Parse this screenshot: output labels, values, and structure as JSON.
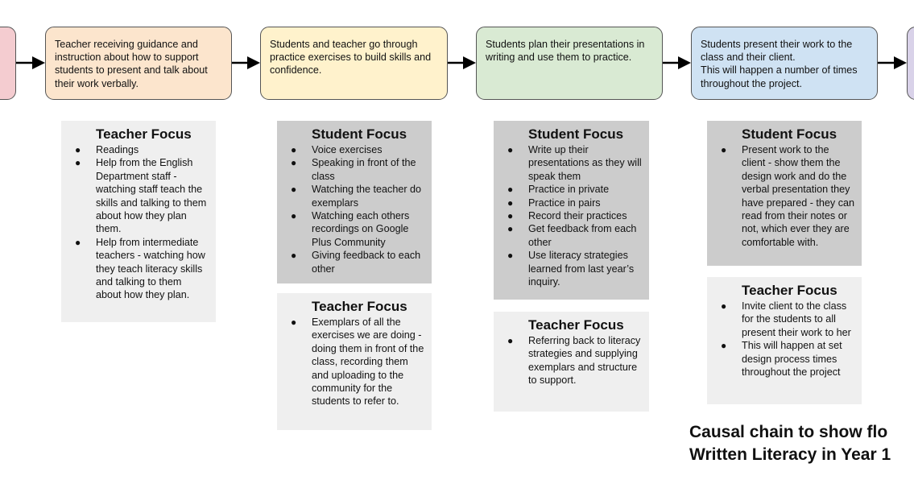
{
  "steps": [
    {
      "text": "",
      "color": "#f4ccd0"
    },
    {
      "text": "Teacher receiving guidance and instruction about how to support students to present and talk about their work verbally.",
      "color": "#fce5cd"
    },
    {
      "text": "Students and teacher go through practice exercises to build skills and confidence.",
      "color": "#fff2cc"
    },
    {
      "text": "Students plan their presentations in writing and use them to practice.",
      "color": "#d9ead3"
    },
    {
      "text": "Students present their work to the class and their client.\nThis will happen a number of times throughout the project.",
      "color": "#cfe2f3"
    },
    {
      "text": "",
      "color": "#d9d2e9"
    }
  ],
  "panels": {
    "col1_teacher": {
      "title": "Teacher Focus",
      "items": [
        "Readings",
        "Help from the English Department staff - watching staff teach the skills and talking to them about how they plan them.",
        "Help from intermediate teachers - watching how they teach literacy skills and talking to them about how they plan."
      ]
    },
    "col2_student": {
      "title": "Student Focus",
      "items": [
        "Voice exercises",
        "Speaking in front of the class",
        "Watching the teacher do exemplars",
        "Watching each others recordings on Google Plus Community",
        "Giving feedback to each other"
      ]
    },
    "col2_teacher": {
      "title": "Teacher Focus",
      "items": [
        "Exemplars of all the exercises we are doing - doing them in front of the class, recording them and uploading to the community for the students to refer to."
      ]
    },
    "col3_student": {
      "title": "Student Focus",
      "items": [
        "Write up their presentations as they will speak them",
        "Practice in private",
        "Practice in pairs",
        "Record their practices",
        "Get feedback from each other",
        "Use literacy strategies learned from last year’s inquiry."
      ]
    },
    "col3_teacher": {
      "title": "Teacher Focus",
      "items": [
        "Referring back to literacy strategies and supplying exemplars and structure to support."
      ]
    },
    "col4_student": {
      "title": "Student Focus",
      "items": [
        "Present work to the client - show them the design work and do the verbal presentation they have prepared - they can read from their notes or not, which ever they are comfortable with."
      ]
    },
    "col4_teacher": {
      "title": "Teacher Focus",
      "items": [
        "Invite client to the class for the students to all present their work to her",
        "This will happen at set design process times throughout the project"
      ]
    }
  },
  "caption": {
    "line1": "Causal chain to show flo",
    "line2": "Written Literacy in Year 1"
  }
}
